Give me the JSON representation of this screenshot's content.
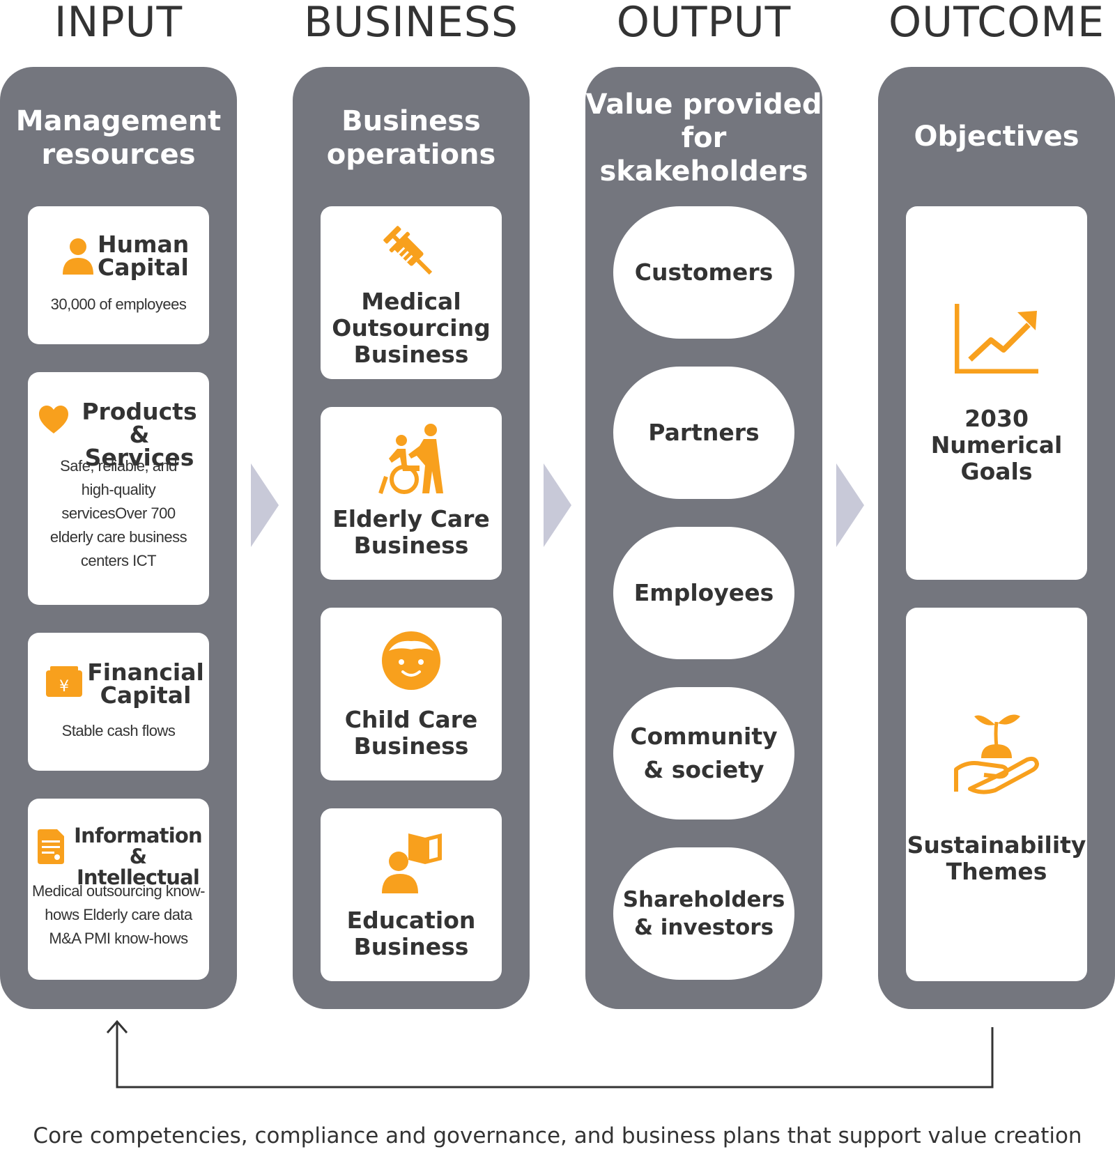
{
  "columns": [
    {
      "header": "INPUT",
      "panel_title": "Management resources"
    },
    {
      "header": "BUSINESS",
      "panel_title": "Business operations"
    },
    {
      "header": "OUTPUT",
      "panel_title": "Value provided for skakeholders"
    },
    {
      "header": "OUTCOME",
      "panel_title": "Objectives"
    }
  ],
  "input_cards": [
    {
      "icon": "person-icon",
      "title": "Human Capital",
      "desc": "30,000 of employees"
    },
    {
      "icon": "heart-icon",
      "title": "Products & Services",
      "desc": "Safe, reliable, and high-quality servicesOver 700 elderly care business centers ICT"
    },
    {
      "icon": "wallet-yen-icon",
      "title": "Financial Capital",
      "desc": "Stable cash flows"
    },
    {
      "icon": "document-icon",
      "title": "Information & Intellectual",
      "desc": "Medical outsourcing know-hows Elderly care data M&A PMI know-hows"
    }
  ],
  "business_cards": [
    {
      "icon": "syringe-icon",
      "title": "Medical Outsourcing Business"
    },
    {
      "icon": "wheelchair-caregiver-icon",
      "title": "Elderly Care Business"
    },
    {
      "icon": "child-face-icon",
      "title": "Child Care Business"
    },
    {
      "icon": "student-book-icon",
      "title": "Education Business"
    }
  ],
  "stakeholders": [
    "Customers",
    "Partners",
    "Employees",
    "Community & society",
    "Shareholders & investors"
  ],
  "objectives": [
    {
      "icon": "growth-chart-icon",
      "title": "2030 Numerical Goals"
    },
    {
      "icon": "hand-sprout-icon",
      "title": "Sustainability Themes"
    }
  ],
  "footer": "Core competencies, compliance and governance, and business plans that support value creation",
  "colors": {
    "panel": "#74767e",
    "accent": "#f8a01d",
    "arrow": "#c8c9d8",
    "text": "#333333"
  }
}
